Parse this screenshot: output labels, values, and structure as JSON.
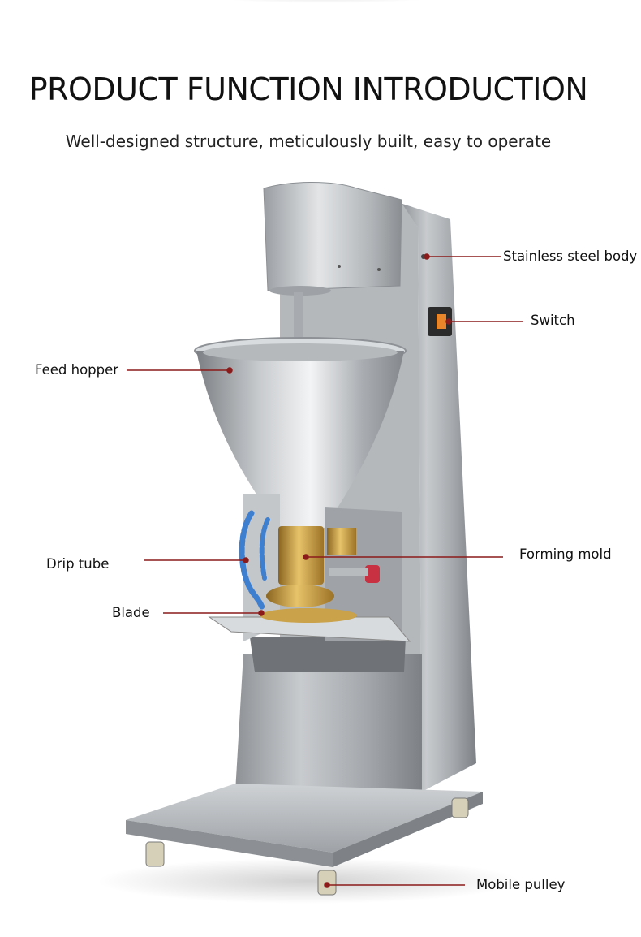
{
  "header": {
    "title": "PRODUCT FUNCTION INTRODUCTION",
    "subtitle": "Well-designed structure, meticulously built, easy to operate"
  },
  "callouts": {
    "stainless_steel_body": "Stainless steel body",
    "switch": "Switch",
    "feed_hopper": "Feed hopper",
    "drip_tube": "Drip tube",
    "forming_mold": "Forming mold",
    "blade": "Blade",
    "mobile_pulley": "Mobile pulley"
  },
  "colors": {
    "callout_line": "#8b1a1a",
    "steel": "#b9bcbf",
    "brass": "#c89a3a",
    "drip_tube": "#3f7fd0",
    "switch": "#e8852a"
  }
}
